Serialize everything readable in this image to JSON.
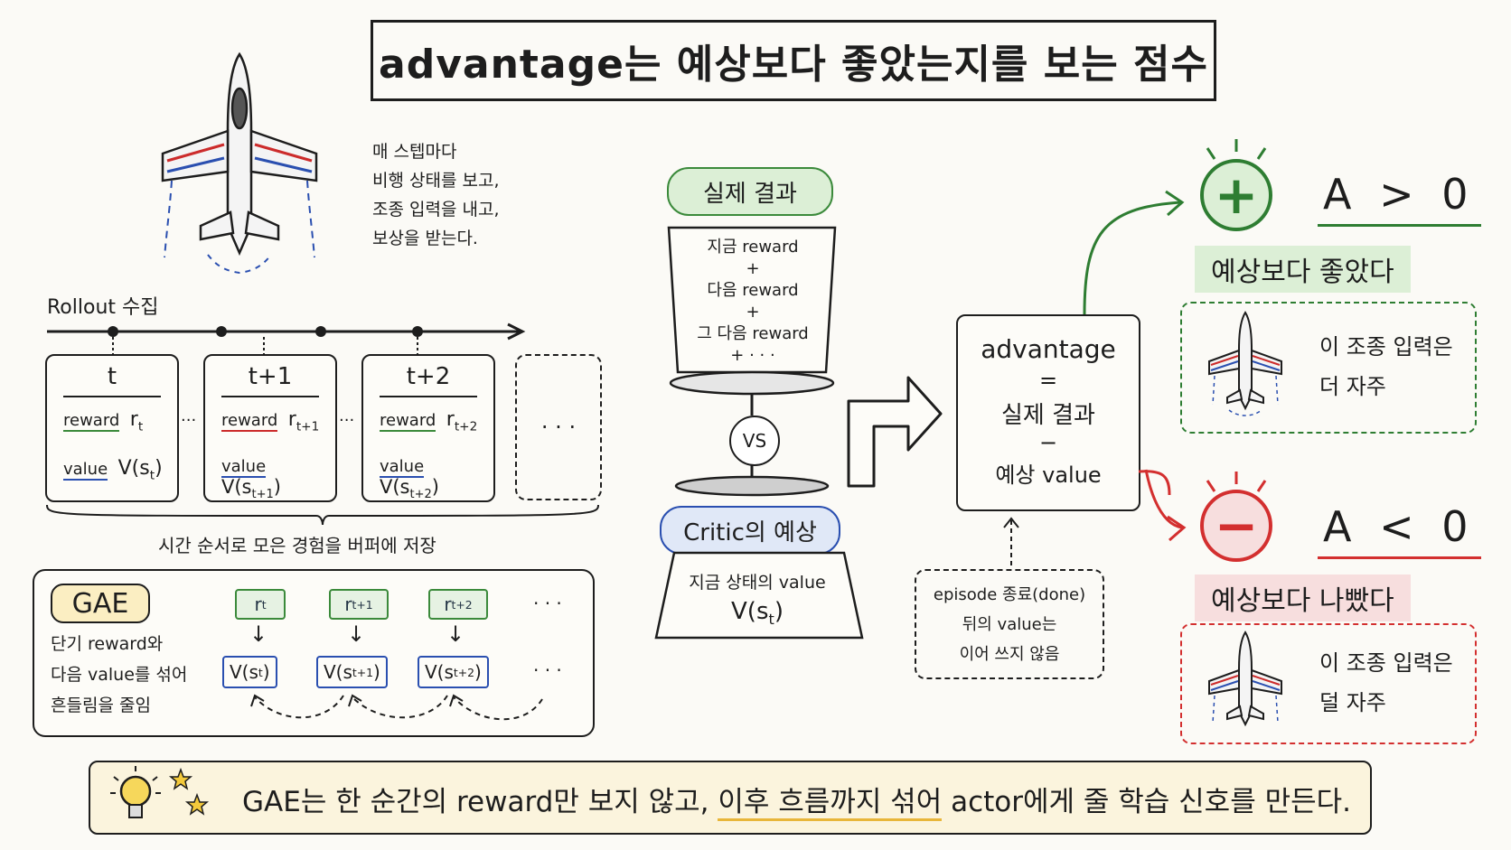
{
  "title": "advantage는 예상보다 좋았는지를 보는 점수",
  "plane_caption": "매 스텝마다\n비행 상태를 보고,\n조종 입력을 내고,\n보상을 받는다.",
  "rollout": {
    "label": "Rollout 수집",
    "steps": [
      {
        "time": "t",
        "reward_label": "reward",
        "reward_sym": "r",
        "reward_sub": "t",
        "value_label": "value",
        "value_sym": "V(s",
        "value_sub": "t",
        "value_close": ")"
      },
      {
        "time": "t+1",
        "reward_label": "reward",
        "reward_sym": "r",
        "reward_sub": "t+1",
        "value_label": "value",
        "value_sym": "V(s",
        "value_sub": "t+1",
        "value_close": ")"
      },
      {
        "time": "t+2",
        "reward_label": "reward",
        "reward_sym": "r",
        "reward_sub": "t+2",
        "value_label": "value",
        "value_sym": "V(s",
        "value_sub": "t+2",
        "value_close": ")"
      }
    ],
    "ellipsis": "...",
    "more": "· · ·",
    "buffer_caption": "시간 순서로 모은 경험을 버퍼에 저장"
  },
  "gae": {
    "label": "GAE",
    "desc": "단기 reward와\n다음 value를 섞어\n흔들림을 줄임",
    "rewards": [
      {
        "sym": "r",
        "sub": "t"
      },
      {
        "sym": "r",
        "sub": "t+1"
      },
      {
        "sym": "r",
        "sub": "t+2"
      }
    ],
    "values": [
      {
        "sym": "V(s",
        "sub": "t",
        "close": ")"
      },
      {
        "sym": "V(s",
        "sub": "t+1",
        "close": ")"
      },
      {
        "sym": "V(s",
        "sub": "t+2",
        "close": ")"
      }
    ],
    "more": "· · ·",
    "arrow": "↓"
  },
  "scale": {
    "actual_label": "실제 결과",
    "actual_lines": [
      "지금 reward",
      "+",
      "다음 reward",
      "+",
      "그 다음 reward",
      "+ · · ·"
    ],
    "vs": "VS",
    "critic_label": "Critic의 예상",
    "critic_line1": "지금 상태의 value",
    "critic_sym": "V(s",
    "critic_sub": "t",
    "critic_close": ")"
  },
  "advantage": {
    "line1": "advantage",
    "eq": "=",
    "line2": "실제 결과",
    "minus": "−",
    "line3": "예상 value"
  },
  "episode_note": "episode 종료(done)\n뒤의 value는\n이어 쓰지 않음",
  "positive": {
    "sign": "+",
    "formula": "A > 0",
    "label": "예상보다 좋았다",
    "note": "이 조종 입력은\n더 자주"
  },
  "negative": {
    "sign": "−",
    "formula": "A < 0",
    "label": "예상보다 나빴다",
    "note": "이 조종 입력은\n덜 자주"
  },
  "footer": {
    "pre": "GAE는 한 순간의 reward만 보지 않고, ",
    "highlight": "이후 흐름까지 섞어",
    "post": " actor에게 줄 학습 신호를 만든다."
  },
  "colors": {
    "green": "#2e7d32",
    "red": "#d32f2f",
    "blue": "#2a4fb0",
    "green_bg": "#dcefd6",
    "red_bg": "#f7dede",
    "footer_bg": "#fbf4dd",
    "gae_bg": "#fbeec2"
  }
}
